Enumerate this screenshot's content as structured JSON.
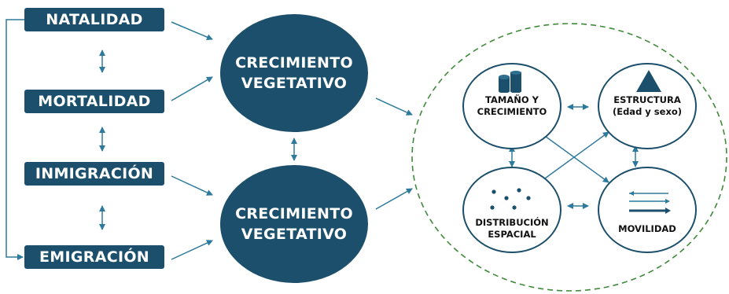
{
  "left_boxes": {
    "natalidad": "NATALIDAD",
    "mortalidad": "MORTALIDAD",
    "inmigracion": "INMIGRACIÓN",
    "emigracion": "EMIGRACIÓN"
  },
  "center_circles": {
    "top": {
      "line1": "CRECIMIENTO",
      "line2": "VEGETATIVO"
    },
    "bottom": {
      "line1": "CRECIMIENTO",
      "line2": "VEGETATIVO"
    }
  },
  "right_group": {
    "tamano": {
      "line1": "TAMAÑO Y",
      "line2": "CRECIMIENTO",
      "icon": "cylinders-icon"
    },
    "estructura": {
      "line1": "ESTRUCTURA",
      "line2": "(Edad y sexo)",
      "icon": "triangle-icon"
    },
    "distribucion": {
      "line1": "DISTRIBUCIÓN",
      "line2": "ESPACIAL",
      "icon": "scattered-dots-icon"
    },
    "movilidad": {
      "line1": "MOVILIDAD",
      "icon": "horizontal-arrows-icon"
    }
  },
  "colors": {
    "primary": "#1c4f6b",
    "arrow": "#2e7a9c",
    "dashed_border": "#3f8a3a"
  }
}
